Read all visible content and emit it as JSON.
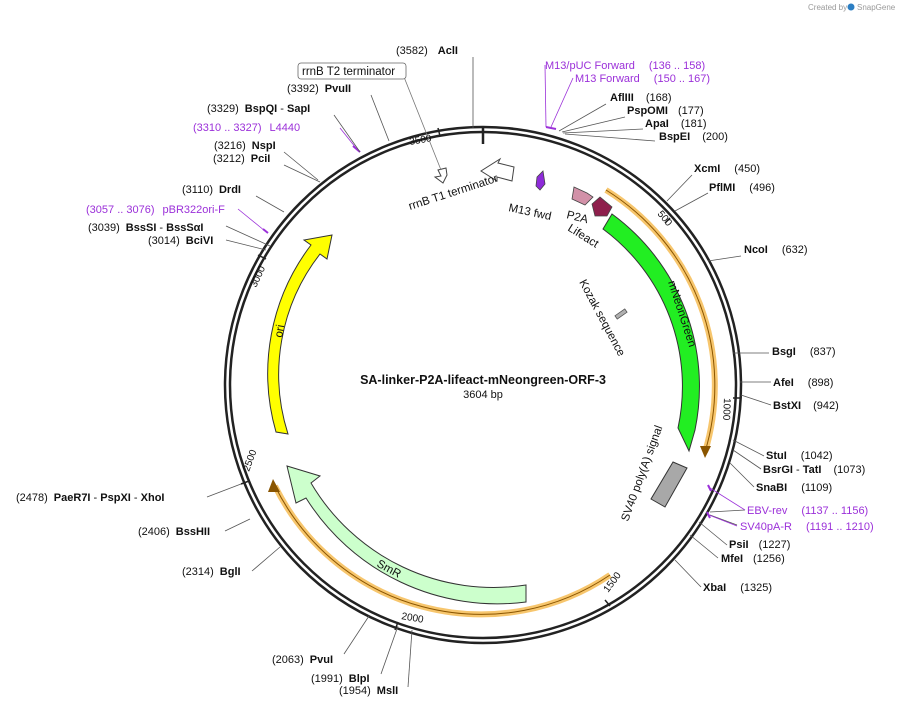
{
  "plasmid": {
    "name": "SA-linker-P2A-lifeact-mNeongreen-ORF-3",
    "length_label": "3604 bp",
    "length": 3604
  },
  "branding": {
    "created_by": "Created by",
    "app": "SnapGene",
    "colors": {
      "logo": "#2c7ec3",
      "text": "#9a9a9a"
    }
  },
  "colors": {
    "backbone": "#222222",
    "primer": "#9b30d9",
    "ori": "#ffff00",
    "mNeonGreen": "#22ee22",
    "SmR": "#ccffcc",
    "orf_highlight": "#f0a030",
    "sv40": "#a8a8a8",
    "p2a": "#d291a8",
    "lifeact": "#8e1f4c",
    "m13fwd": "#8e2bd9",
    "kozak": "#b0b0b0"
  },
  "scale_ticks": [
    "500",
    "1000",
    "1500",
    "2000",
    "2500",
    "3000",
    "3500"
  ],
  "sites": [
    {
      "name": "AclI",
      "pos": "(3582)"
    },
    {
      "name": "PvuII",
      "pos": "(3392)"
    },
    {
      "name": "BspQI",
      "name2": "SapI",
      "pos": "(3329)"
    },
    {
      "name": "NspI",
      "pos": "(3216)"
    },
    {
      "name": "PciI",
      "pos": "(3212)"
    },
    {
      "name": "DrdI",
      "pos": "(3110)"
    },
    {
      "name": "BssSI",
      "name2": "BssSαI",
      "pos": "(3039)"
    },
    {
      "name": "BciVI",
      "pos": "(3014)"
    },
    {
      "name": "PaeR7I",
      "name2": "PspXI",
      "name3": "XhoI",
      "pos": "(2478)"
    },
    {
      "name": "BssHII",
      "pos": "(2406)"
    },
    {
      "name": "BglI",
      "pos": "(2314)"
    },
    {
      "name": "PvuI",
      "pos": "(2063)"
    },
    {
      "name": "BlpI",
      "pos": "(1991)"
    },
    {
      "name": "MslI",
      "pos": "(1954)"
    },
    {
      "name": "AflIII",
      "pos": "(168)"
    },
    {
      "name": "PspOMI",
      "pos": "(177)"
    },
    {
      "name": "ApaI",
      "pos": "(181)"
    },
    {
      "name": "BspEI",
      "pos": "(200)"
    },
    {
      "name": "XcmI",
      "pos": "(450)"
    },
    {
      "name": "PflMI",
      "pos": "(496)"
    },
    {
      "name": "NcoI",
      "pos": "(632)"
    },
    {
      "name": "BsgI",
      "pos": "(837)"
    },
    {
      "name": "AfeI",
      "pos": "(898)"
    },
    {
      "name": "BstXI",
      "pos": "(942)"
    },
    {
      "name": "StuI",
      "pos": "(1042)"
    },
    {
      "name": "BsrGI",
      "name2": "TatI",
      "pos": "(1073)"
    },
    {
      "name": "SnaBI",
      "pos": "(1109)"
    },
    {
      "name": "PsiI",
      "pos": "(1227)"
    },
    {
      "name": "MfeI",
      "pos": "(1256)"
    },
    {
      "name": "XbaI",
      "pos": "(1325)"
    }
  ],
  "primers": [
    {
      "name": "M13/pUC Forward",
      "range": "(136 .. 158)"
    },
    {
      "name": "M13 Forward",
      "range": "(150 .. 167)"
    },
    {
      "name": "L4440",
      "range": "(3310 .. 3327)"
    },
    {
      "name": "pBR322ori-F",
      "range": "(3057 .. 3076)"
    },
    {
      "name": "EBV-rev",
      "range": "(1137 .. 1156)"
    },
    {
      "name": "SV40pA-R",
      "range": "(1191 .. 1210)"
    }
  ],
  "features": {
    "rrnB_T2": "rrnB T2 terminator",
    "rrnB_T1": "rrnB T1 terminator",
    "M13fwd": "M13 fwd",
    "P2A": "P2A",
    "Lifeact": "Lifeact",
    "mNeonGreen": "mNeonGreen",
    "Kozak": "Kozak sequence",
    "SV40": "SV40 poly(A) signal",
    "ori": "ori",
    "SmR": "SmR"
  }
}
